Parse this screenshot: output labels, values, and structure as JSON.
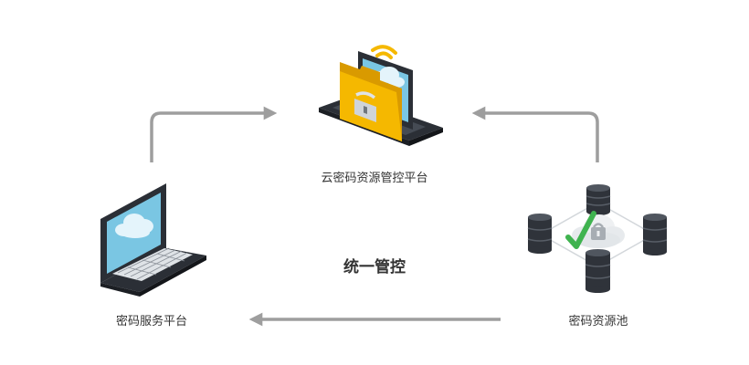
{
  "nodes": {
    "management_platform": {
      "label": "云密码资源管控平台",
      "icon": "laptop-folder-lock-icon"
    },
    "service_platform": {
      "label": "密码服务平台",
      "icon": "laptop-cloud-icon"
    },
    "resource_pool": {
      "label": "密码资源池",
      "icon": "database-cloud-check-icon"
    }
  },
  "center_label": "统一管控",
  "colors": {
    "arrow": "#9e9e9e",
    "laptop_body": "#2b2f36",
    "laptop_screen": "#7ac6e3",
    "folder": "#f5b800",
    "check": "#3fb34f",
    "database": "#2f333a",
    "text": "#333333"
  }
}
